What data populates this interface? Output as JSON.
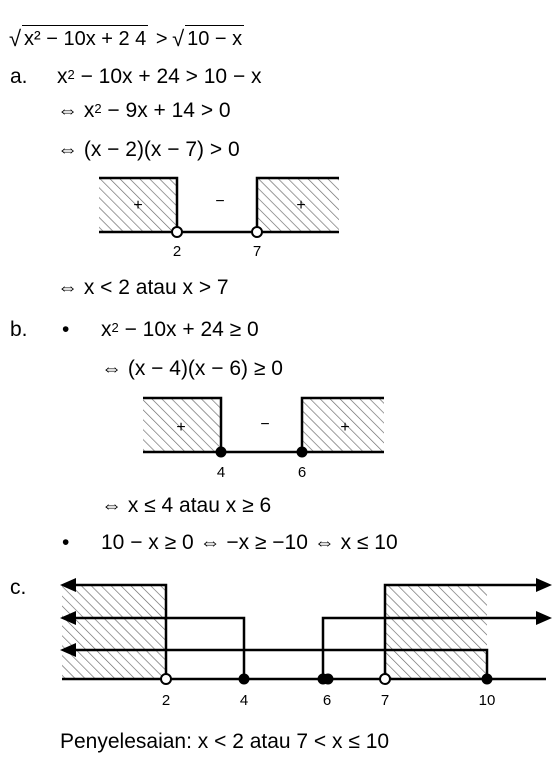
{
  "heading": {
    "sqrt_left": "x² − 10x + 2 4",
    "op": ">",
    "sqrt_right": "10 − x"
  },
  "part_a": {
    "label": "a.",
    "line1_pre": "x",
    "line1_exp": "2",
    "line1_post": " − 10x + 24 > 10 − x",
    "line2_pre": "⇔ x",
    "line2_exp": "2",
    "line2_post": " − 9x + 14 > 0",
    "line3": "⇔ (x − 2)(x − 7) > 0",
    "diagram": {
      "signs": [
        "+",
        "−",
        "+"
      ],
      "points": [
        {
          "label": "2",
          "value": 2,
          "filled": false
        },
        {
          "label": "7",
          "value": 7,
          "filled": false
        }
      ]
    },
    "result": "⇔ x < 2 atau x > 7"
  },
  "part_b": {
    "label": "b.",
    "bullet": "•",
    "line1_pre": "x",
    "line1_exp": "2",
    "line1_post": " − 10x + 24  ≥  0",
    "line2": "⇔ (x − 4)(x − 6)  ≥  0",
    "diagram": {
      "signs": [
        "+",
        "−",
        "+"
      ],
      "points": [
        {
          "label": "4",
          "value": 4,
          "filled": true
        },
        {
          "label": "6",
          "value": 6,
          "filled": true
        }
      ]
    },
    "result": "⇔ x ≤  4 atau x  ≥  6",
    "line_bullet2": "10 − x  ≥  0 ⇔ −x  ≥  −10 ⇔ x ≤  10"
  },
  "part_c": {
    "label": "c.",
    "points": [
      {
        "label": "2",
        "value": 2,
        "filled": false
      },
      {
        "label": "4",
        "value": 4,
        "filled": true
      },
      {
        "label": "6",
        "value": 6,
        "filled": true
      },
      {
        "label": "7",
        "value": 7,
        "filled": false
      },
      {
        "label": "10",
        "value": 10,
        "filled": true
      }
    ],
    "solution": "Penyelesaian: x < 2 atau 7 < x ≤  10"
  }
}
